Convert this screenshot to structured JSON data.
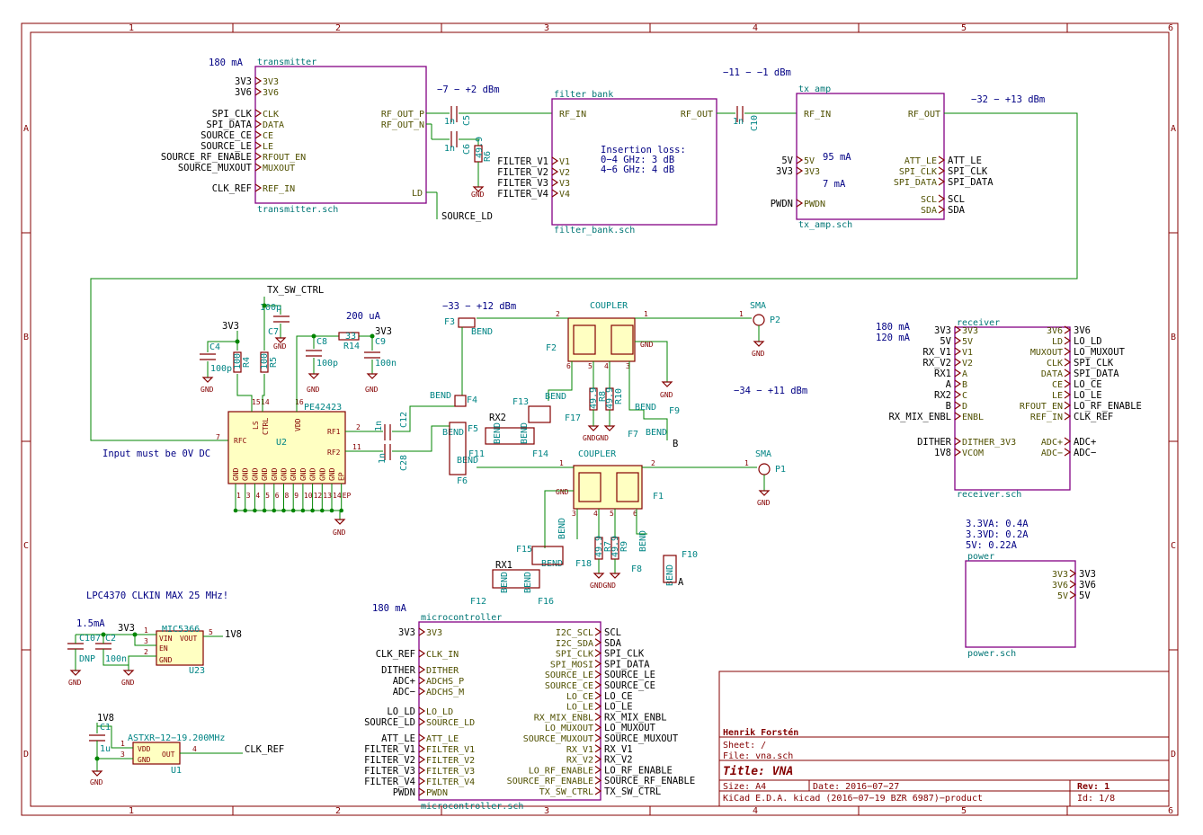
{
  "frame": {
    "cols": [
      "1",
      "2",
      "3",
      "4",
      "5",
      "6"
    ],
    "rows": [
      "A",
      "B",
      "C",
      "D"
    ]
  },
  "transmitter": {
    "name": "transmitter",
    "file": "transmitter.sch",
    "current": "180 mA",
    "left_pins": [
      "3V3",
      "3V6",
      "CLK",
      "DATA",
      "CE",
      "LE",
      "RFOUT_EN",
      "MUXOUT",
      "REF_IN"
    ],
    "left_nets": [
      "3V3",
      "3V6",
      "SPI_CLK",
      "SPI_DATA",
      "SOURCE_CE",
      "SOURCE_LE",
      "SOURCE_RF_ENABLE",
      "SOURCE_MUXOUT",
      "CLK_REF"
    ],
    "right_pins": [
      "RF_OUT_P",
      "RF_OUT_N",
      "LD"
    ],
    "ld_net": "SOURCE_LD"
  },
  "filter_bank": {
    "name": "filter bank",
    "file": "filter_bank.sch",
    "level": "−7 − +2 dBm",
    "rf_in": "RF_IN",
    "rf_out": "RF_OUT",
    "pins": [
      "V1",
      "V2",
      "V3",
      "V4"
    ],
    "nets": [
      "FILTER_V1",
      "FILTER_V2",
      "FILTER_V3",
      "FILTER_V4"
    ],
    "note1": "Insertion loss:",
    "note2": "0−4 GHz: 3 dB",
    "note3": "4−6 GHz: 4 dB"
  },
  "tx_amp": {
    "name": "tx amp",
    "file": "tx_amp.sch",
    "level_in": "−11 − −1 dBm",
    "level_out": "−32 − +13 dBm",
    "rf_in": "RF_IN",
    "rf_out": "RF_OUT",
    "left_pins": [
      "5V",
      "3V3",
      "PWDN"
    ],
    "left_nets": [
      "5V",
      "3V3",
      "PWDN"
    ],
    "cur1": "95 mA",
    "cur2": "7 mA",
    "right_pins": [
      "ATT_LE",
      "SPI_CLK",
      "SPI_DATA",
      "SCL",
      "SDA"
    ],
    "right_nets": [
      "ATT_LE",
      "SPI_CLK",
      "SPI_DATA",
      "SCL",
      "SDA"
    ]
  },
  "caps_top": {
    "c5": "C5",
    "c6": "C6",
    "c10": "C10",
    "r6": "R6",
    "v1n": "1n",
    "v49": "49.9",
    "gnd": "GND"
  },
  "switch": {
    "ref": "U2",
    "part": "PE42423",
    "ctrl_net": "TX_SW_CTRL",
    "pins_left": "RFC",
    "ls": "LS",
    "ctrl": "CTRL",
    "vdd": "VDD",
    "rf1": "RF1",
    "rf2": "RF2",
    "gndpins": [
      "GND",
      "GND",
      "GND",
      "GND",
      "GND",
      "GND",
      "GND",
      "GND",
      "GND",
      "GND",
      "GND",
      "EP"
    ],
    "pinnums": [
      "1",
      "3",
      "4",
      "5",
      "6",
      "8",
      "9",
      "10",
      "12",
      "13",
      "14",
      "EP"
    ],
    "note": "Input must be 0V DC",
    "current": "200 uA",
    "c4": "C4",
    "c4v": "100p",
    "c7": "C7",
    "c7v": "100p",
    "c8": "C8",
    "c8v": "100p",
    "c9": "C9",
    "c9v": "100n",
    "r4": "R4",
    "r4v": "100",
    "r5": "R5",
    "r5v": "100",
    "r14": "R14",
    "r14v": "33",
    "c12": "C12",
    "c28": "C28",
    "cv": "1n",
    "v3v3": "3V3"
  },
  "couplers": {
    "coupler": "COUPLER",
    "level1": "−33 − +12 dBm",
    "level2": "−34 − +11 dBm",
    "sma": "SMA",
    "p1": "P1",
    "p2": "P2",
    "f1": "F1",
    "f2": "F2",
    "f3": "F3",
    "f4": "F4",
    "f5": "F5",
    "f6": "F6",
    "f7": "F7",
    "f8": "F8",
    "f9": "F9",
    "f10": "F10",
    "f11": "F11",
    "f12": "F12",
    "f13": "F13",
    "f14": "F14",
    "f15": "F15",
    "f16": "F16",
    "f17": "F17",
    "f18": "F18",
    "bend": "BEND",
    "rx1": "RX1",
    "rx2": "RX2",
    "a": "A",
    "b": "B",
    "r7": "R7",
    "r8": "R8",
    "r9": "R9",
    "r10": "R10",
    "v499": "49.9"
  },
  "receiver": {
    "name": "receiver",
    "file": "receiver.sch",
    "cur1": "180 mA",
    "cur2": "120 mA",
    "left_pins": [
      "3V3",
      "5V",
      "V1",
      "V2",
      "A",
      "B",
      "C",
      "D",
      "ENBL",
      "DITHER_3V3",
      "VCOM"
    ],
    "left_nets": [
      "3V3",
      "5V",
      "RX_V1",
      "RX_V2",
      "RX1",
      "A",
      "RX2",
      "B",
      "RX_MIX_ENBL",
      "DITHER",
      "1V8"
    ],
    "right_pins": [
      "3V6",
      "LD",
      "MUXOUT",
      "CLK",
      "DATA",
      "CE",
      "LE",
      "RFOUT_EN",
      "REF_IN",
      "ADC+",
      "ADC−"
    ],
    "right_nets": [
      "3V6",
      "LO_LD",
      "LO_MUXOUT",
      "SPI_CLK",
      "SPI_DATA",
      "LO_CE",
      "LO_LE",
      "LO_RF_ENABLE",
      "CLK_REF",
      "ADC+",
      "ADC−"
    ]
  },
  "power": {
    "name": "power",
    "file": "power.sch",
    "n1": "3.3VA: 0.4A",
    "n2": "3.3VD: 0.2A",
    "n3": "5V: 0.22A",
    "pins": [
      "3V3",
      "3V6",
      "5V"
    ],
    "nets": [
      "3V3",
      "3V6",
      "5V"
    ]
  },
  "ldo": {
    "ref": "U23",
    "part": "MIC5366",
    "current": "1.5mA",
    "note": "LPC4370 CLKIN MAX 25 MHz!",
    "vin": "VIN",
    "vout": "VOUT",
    "en": "EN",
    "gnd": "GND",
    "out_net": "1V8",
    "in_net": "3V3",
    "c107": "C107",
    "c107v": "DNP",
    "c2": "C2",
    "c2v": "100n"
  },
  "osc": {
    "ref": "U1",
    "part": "ASTXR−12−19.200MHz",
    "vdd": "VDD",
    "gnd": "GND",
    "out": "OUT",
    "net": "CLK_REF",
    "vnet": "1V8",
    "c1": "C1",
    "c1v": "1u"
  },
  "micro": {
    "name": "microcontroller",
    "file": "microcontroller.sch",
    "current": "180 mA",
    "left_pins": [
      "3V3",
      "CLK_IN",
      "DITHER",
      "ADCHS_P",
      "ADCHS_M",
      "LO_LD",
      "SOURCE_LD",
      "ATT_LE",
      "FILTER_V1",
      "FILTER_V2",
      "FILTER_V3",
      "FILTER_V4",
      "PWDN"
    ],
    "left_nets": [
      "3V3",
      "CLK_REF",
      "DITHER",
      "ADC+",
      "ADC−",
      "LO_LD",
      "SOURCE_LD",
      "ATT_LE",
      "FILTER_V1",
      "FILTER_V2",
      "FILTER_V3",
      "FILTER_V4",
      "PWDN"
    ],
    "right_pins": [
      "I2C_SCL",
      "I2C_SDA",
      "SPI_CLK",
      "SPI_MOSI",
      "SOURCE_LE",
      "SOURCE_CE",
      "LO_CE",
      "LO_LE",
      "RX_MIX_ENBL",
      "LO_MUXOUT",
      "SOURCE_MUXOUT",
      "RX_V1",
      "RX_V2",
      "LO_RF_ENABLE",
      "SOURCE_RF_ENABLE",
      "TX_SW_CTRL"
    ],
    "right_nets": [
      "SCL",
      "SDA",
      "SPI_CLK",
      "SPI_DATA",
      "SOURCE_LE",
      "SOURCE_CE",
      "LO_CE",
      "LO_LE",
      "RX_MIX_ENBL",
      "LO_MUXOUT",
      "SOURCE_MUXOUT",
      "RX_V1",
      "RX_V2",
      "LO_RF_ENABLE",
      "SOURCE_RF_ENABLE",
      "TX_SW_CTRL"
    ]
  },
  "title_block": {
    "author": "Henrik Forstén",
    "sheet": "Sheet: /",
    "file": "File: vna.sch",
    "title": "Title: VNA",
    "size": "Size: A4",
    "date": "Date: 2016−07−27",
    "rev": "Rev: 1",
    "tool": "KiCad E.D.A.  kicad (2016−07−19 BZR 6987)−product",
    "id": "Id: 1/8"
  },
  "colors": {
    "frame": "#840000",
    "sheet": "#840084",
    "wire": "#008400",
    "note": "#000084",
    "pin": "#505000",
    "sheettext": "#007575"
  }
}
